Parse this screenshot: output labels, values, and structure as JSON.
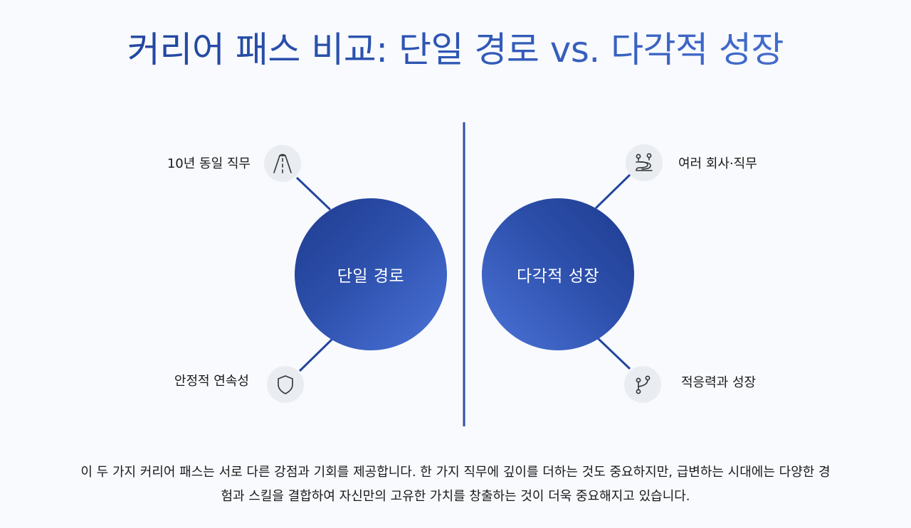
{
  "title": "커리어 패스 비교: 단일 경로 vs. 다각적 성장",
  "colors": {
    "accent_dark": "#1e3f96",
    "accent_light": "#4a74d6",
    "divider": "#2f4fa6",
    "connector": "#24469e",
    "icon_bg": "#e9ecf1",
    "background": "#f8fafd"
  },
  "left": {
    "label": "단일 경로",
    "items": [
      {
        "label": "10년 동일 직무",
        "icon": "road-icon"
      },
      {
        "label": "안정적 연속성",
        "icon": "shield-icon"
      }
    ]
  },
  "right": {
    "label": "다각적 성장",
    "items": [
      {
        "label": "여러 회사·직무",
        "icon": "winding-route-icon"
      },
      {
        "label": "적응력과 성장",
        "icon": "branch-path-icon"
      }
    ]
  },
  "footer": {
    "line1": "이 두 가지 커리어 패스는 서로 다른 강점과 기회를 제공합니다. 한 가지 직무에 깊이를 더하는 것도 중요하지만, 급변하는 시대에는 다양한 경",
    "line2": "험과 스킬을 결합하여 자신만의 고유한 가치를 창출하는 것이 더욱 중요해지고 있습니다."
  }
}
